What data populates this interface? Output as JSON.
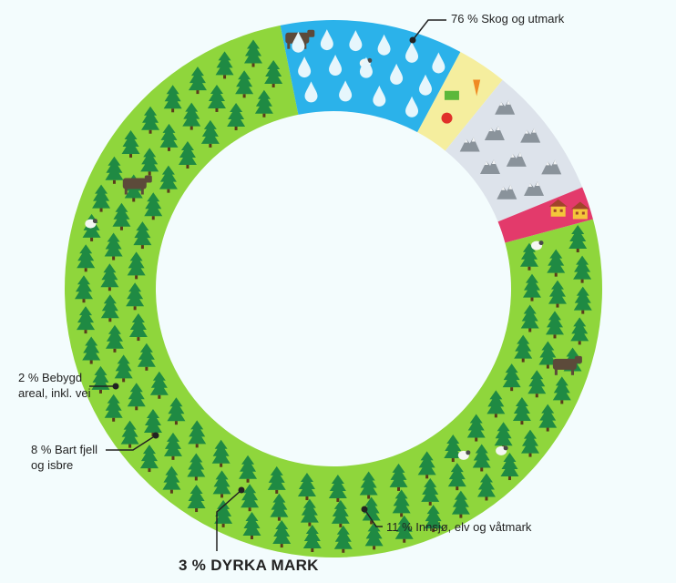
{
  "chart_data": {
    "type": "pie",
    "style": "donut",
    "categories": [
      "Skog og utmark",
      "Innsjø, elv og våtmark",
      "Dyrka mark",
      "Bart fjell og isbre",
      "Bebygd areal, inkl. vei"
    ],
    "values": [
      76,
      11,
      3,
      8,
      2
    ],
    "unit": "%",
    "colors": [
      "#8fd63c",
      "#2bb2ea",
      "#f5ee9e",
      "#dde3eb",
      "#e33a6b"
    ],
    "icons": [
      "tree-icon",
      "water-drop-icon",
      "carrot-and-apple-icon",
      "mountain-icon",
      "house-icon"
    ],
    "labels": {
      "skog": "76 % Skog og utmark",
      "innsjo": "11 % Innsjø, elv og våtmark",
      "dyrka": "3 % DYRKA MARK",
      "fjell": "8 % Bart fjell og isbre",
      "bebygd": "2 % Bebygd areal, inkl. vei"
    }
  }
}
